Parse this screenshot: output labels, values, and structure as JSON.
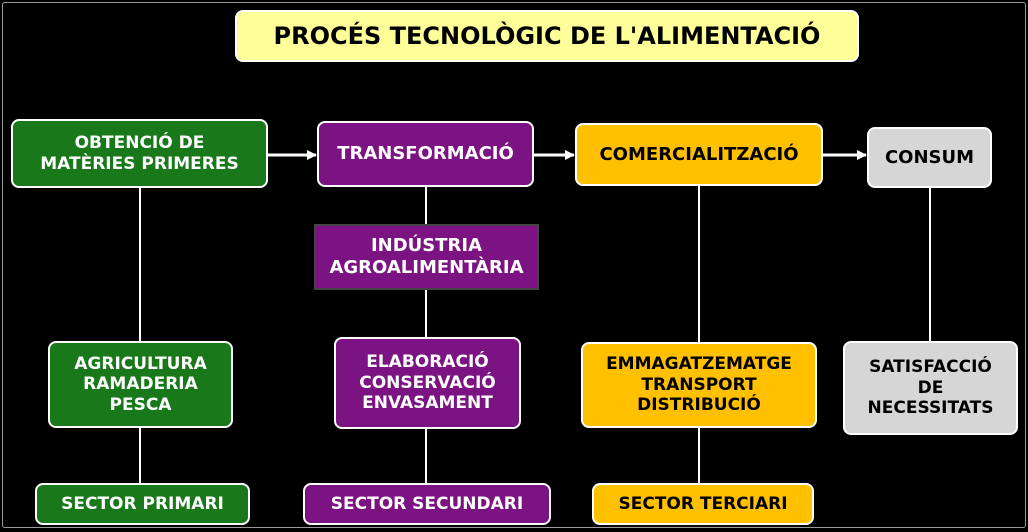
{
  "title": "PROCÉS TECNOLÒGIC DE L'ALIMENTACIÓ",
  "colors": {
    "background": "#000000",
    "title_fill": "#ffff99",
    "green": "#18781a",
    "purple": "#7b1482",
    "yellow": "#ffc000",
    "grey": "#d6d6d6",
    "connector": "#ffffff"
  },
  "stages": [
    {
      "label": "OBTENCIÓ DE\nMATÈRIES PRIMERES",
      "color": "green"
    },
    {
      "label": "TRANSFORMACIÓ",
      "color": "purple"
    },
    {
      "label": "COMERCIALITZACIÓ",
      "color": "yellow"
    },
    {
      "label": "CONSUM",
      "color": "grey"
    }
  ],
  "industry": {
    "label": "INDÚSTRIA\nAGROALIMENTÀRIA"
  },
  "activities": [
    {
      "label": "AGRICULTURA\nRAMADERIA\nPESCA"
    },
    {
      "label": "ELABORACIÓ\nCONSERVACIÓ\nENVASAMENT"
    },
    {
      "label": "EMMAGATZEMATGE\nTRANSPORT\nDISTRIBUCIÓ"
    },
    {
      "label": "SATISFACCIÓ\nDE\nNECESSITATS"
    }
  ],
  "sectors": [
    {
      "label": "SECTOR PRIMARI"
    },
    {
      "label": "SECTOR SECUNDARI"
    },
    {
      "label": "SECTOR TERCIARI"
    }
  ]
}
